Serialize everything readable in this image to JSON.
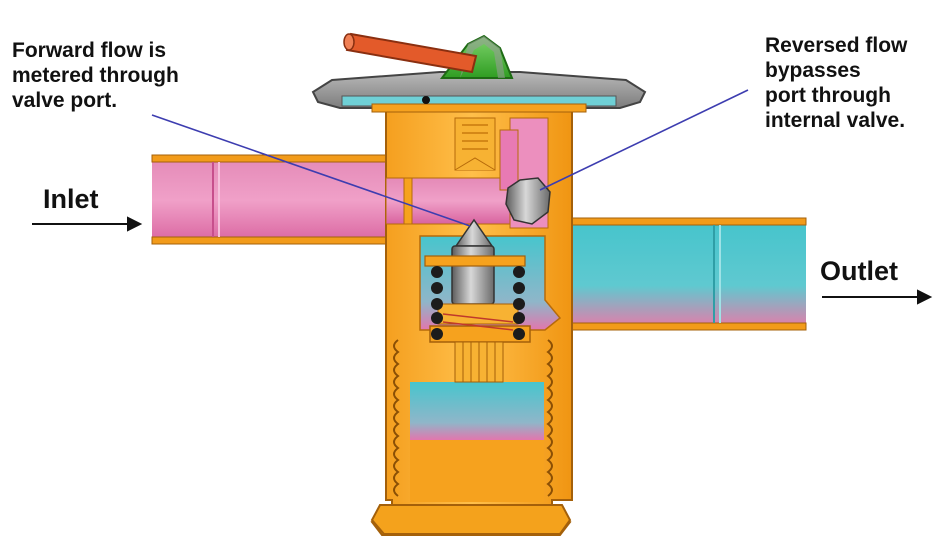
{
  "labels": {
    "forward": "Forward flow is\nmetered through\nvalve port.",
    "reversed": "Reversed flow\nbypasses\nport through\ninternal valve.",
    "inlet": "Inlet",
    "outlet": "Outlet"
  },
  "colors": {
    "body": "#f6a21e",
    "body_dark": "#b96d07",
    "pink": "#e866a6",
    "cyan": "#4ec8cf",
    "gray": "#9a9a9a",
    "green": "#49b938",
    "lever": "#e35a2a"
  }
}
